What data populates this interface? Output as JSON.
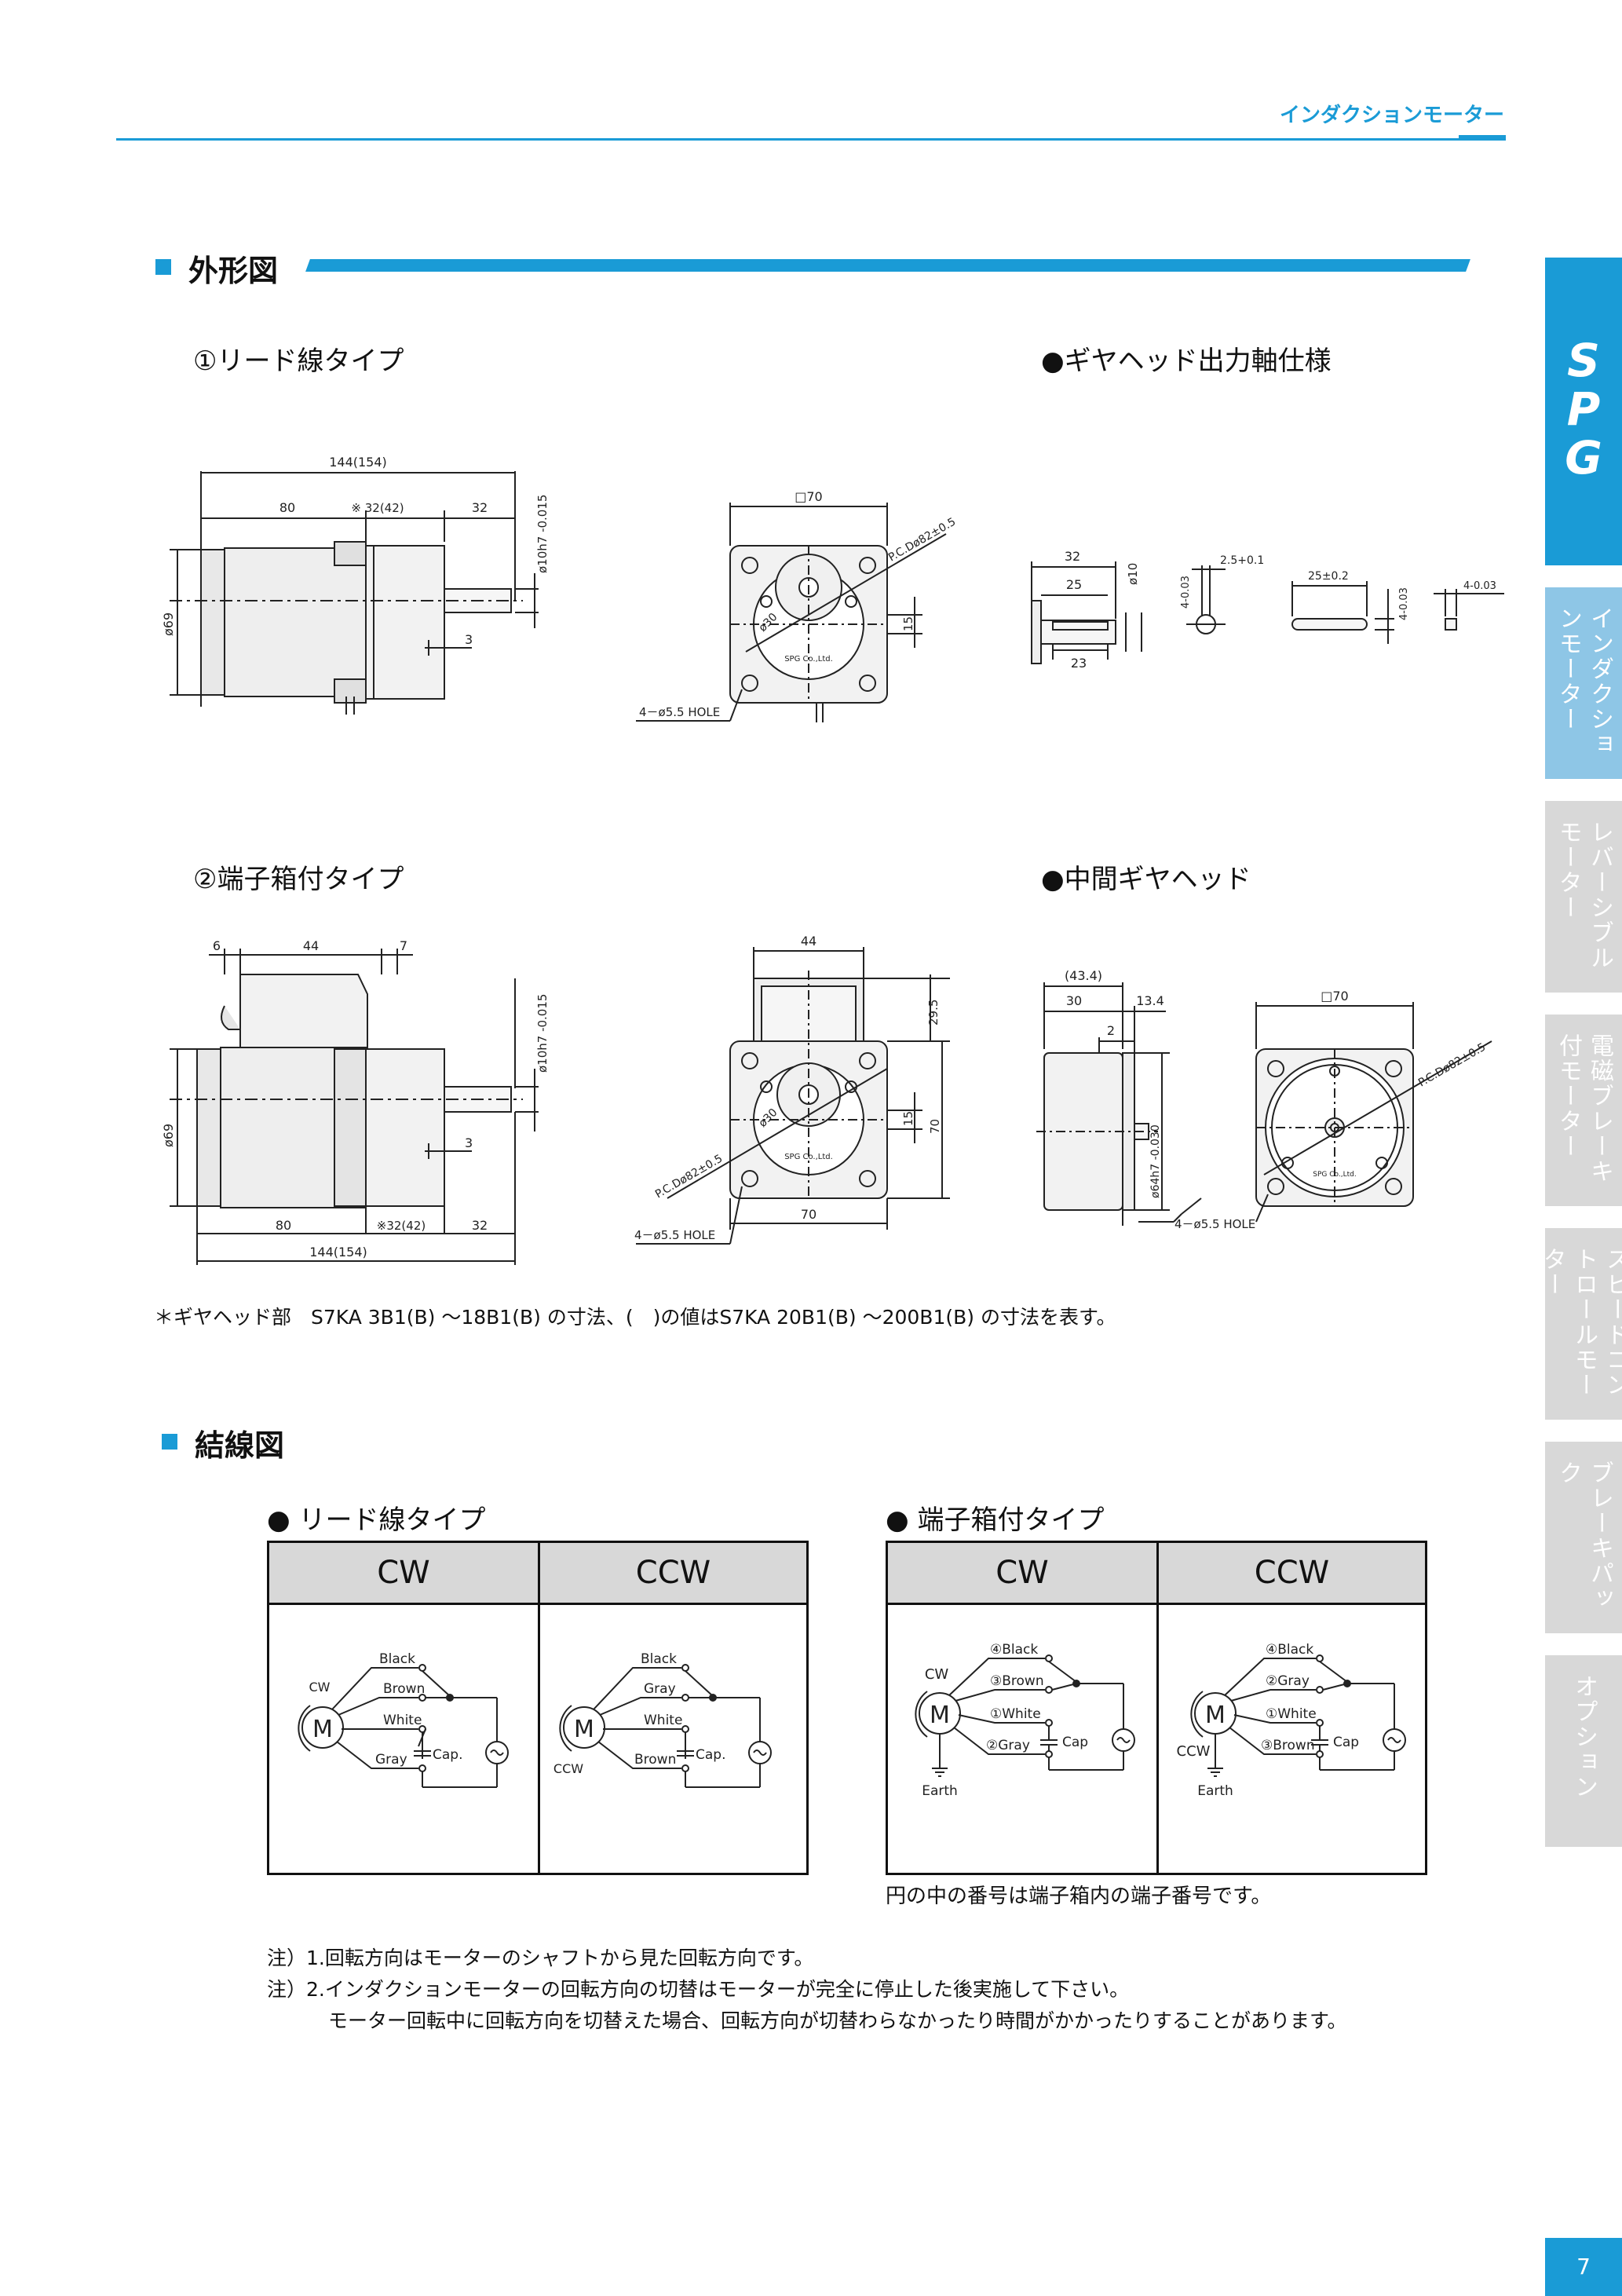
{
  "header": {
    "title": "インダクションモーター"
  },
  "sections": {
    "outline": {
      "title": "外形図"
    },
    "wiring": {
      "title": "結線図"
    }
  },
  "outline": {
    "lead_type_title": "①リード線タイプ",
    "gearhead_shaft_title": "●ギヤヘッド出力軸仕様",
    "terminal_type_title": "②端子箱付タイプ",
    "intermediate_title": "●中間ギヤヘッド",
    "footnote": "＊ギヤヘッド部　S7KA 3B1(B) ～18B1(B) の寸法、(　)の値はS7KA 20B1(B) ～200B1(B) の寸法を表す。",
    "dims": {
      "lead_total": "144(154)",
      "lead_80": "80",
      "lead_32_42": "※ 32(42)",
      "lead_32": "32",
      "shaft_dia": "ø10h7 -0.015",
      "lead_dia69": "ø69",
      "lead_3": "3",
      "front_sq70": "□70",
      "front_pcd": "P.C.Dø82±0.5",
      "front_d30": "ø30",
      "front_15": "15",
      "maker": "SPG Co.,Ltd.",
      "hole": "4－ø5.5 HOLE",
      "shaft_32": "32",
      "shaft_25": "25",
      "shaft_23": "23",
      "shaft_d10": "ø10",
      "shaft_4": "4-0.03",
      "shaft_2_5": "2.5+0.1",
      "key_25": "25±0.2",
      "key_4a": "4-0.03",
      "key_4b": "4-0.03",
      "term_6": "6",
      "term_44": "44",
      "term_7": "7",
      "term_dia69": "ø69",
      "term_3": "3",
      "term_80": "80",
      "term_32_42": "※32(42)",
      "term_32": "32",
      "term_total": "144(154)",
      "tf_44": "44",
      "tf_29_5": "29.5",
      "tf_70v": "70",
      "tf_70h": "70",
      "tf_15": "15",
      "int_43_4": "(43.4)",
      "int_30": "30",
      "int_13_4": "13.4",
      "int_2": "2",
      "int_d64": "ø64h7 -0.030",
      "int_sq70": "□70"
    }
  },
  "wiring": {
    "lead_title": "● リード線タイプ",
    "terminal_title": "● 端子箱付タイプ",
    "col_cw": "CW",
    "col_ccw": "CCW",
    "lead_cw": {
      "dir": "CW",
      "w1": "Black",
      "w2": "Brown",
      "w3": "White",
      "w4": "Gray",
      "cap": "Cap."
    },
    "lead_ccw": {
      "dir": "CCW",
      "w1": "Black",
      "w2": "Gray",
      "w3": "White",
      "w4": "Brown",
      "cap": "Cap."
    },
    "term_cw": {
      "dir": "CW",
      "w1": "④Black",
      "w2": "③Brown",
      "w3": "①White",
      "w4": "②Gray",
      "cap": "Cap",
      "earth": "Earth"
    },
    "term_ccw": {
      "dir": "CCW",
      "w1": "④Black",
      "w2": "②Gray",
      "w3": "①White",
      "w4": "③Brown",
      "cap": "Cap",
      "earth": "Earth"
    },
    "motor_label": "M",
    "note": "円の中の番号は端子箱内の端子番号です。"
  },
  "notes": [
    "注）1.回転方向はモーターのシャフトから見た回転方向です。",
    "注）2.インダクションモーターの回転方向の切替はモーターが完全に停止した後実施して下さい。",
    "モーター回転中に回転方向を切替えた場合、回転方向が切替わらなかったり時間がかかったりすることがあります。"
  ],
  "side_tabs": {
    "logo": "SPG",
    "items": [
      "インダクションモーター",
      "レバーシブルモーター",
      "電磁ブレーキ付モーター",
      "スピードコントロールモーター",
      "ブレーキパック",
      "オプション"
    ]
  },
  "page_number": "7"
}
